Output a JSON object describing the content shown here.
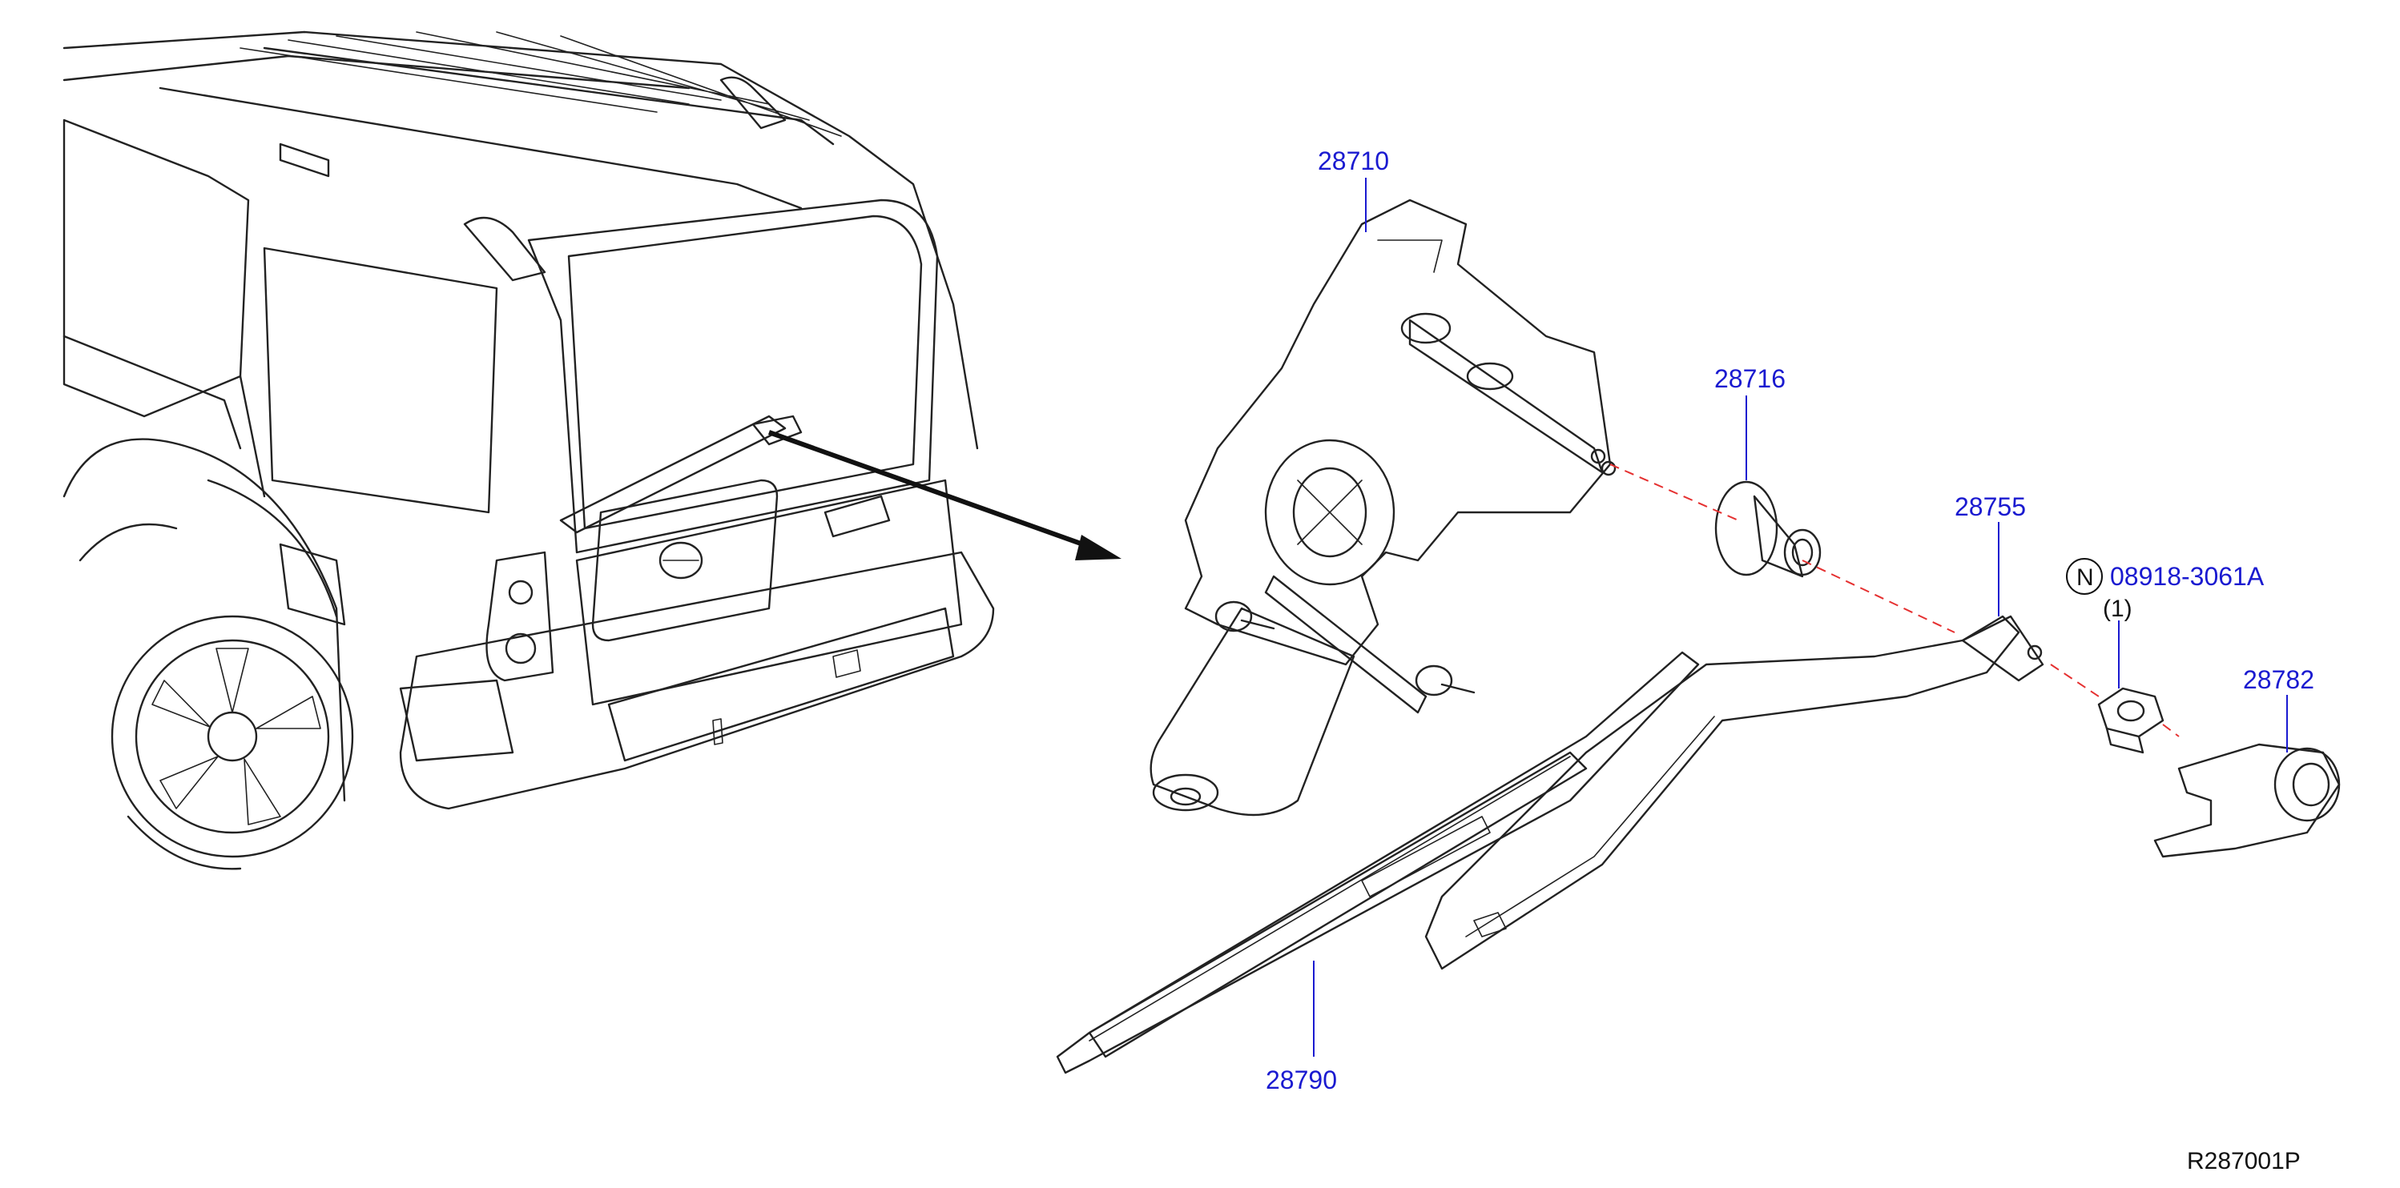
{
  "diagram": {
    "parts": {
      "motor": "28710",
      "grommet": "28716",
      "arm": "28755",
      "nut": "08918-3061A",
      "nut_qty": "(1)",
      "nut_badge": "N",
      "cap": "28782",
      "blade": "28790"
    },
    "reference_code": "R287001P",
    "colors": {
      "part_number": "#1a1ad0",
      "line_art": "#222222",
      "axis_dash": "#e53030"
    }
  }
}
